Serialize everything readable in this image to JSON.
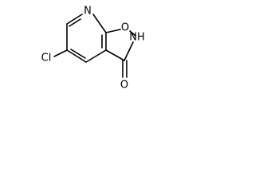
{
  "molecule": {
    "atoms": {
      "n_ring": "N",
      "o_ring": "O",
      "nh": "NH",
      "cl": "Cl",
      "o_carbonyl": "O"
    }
  }
}
